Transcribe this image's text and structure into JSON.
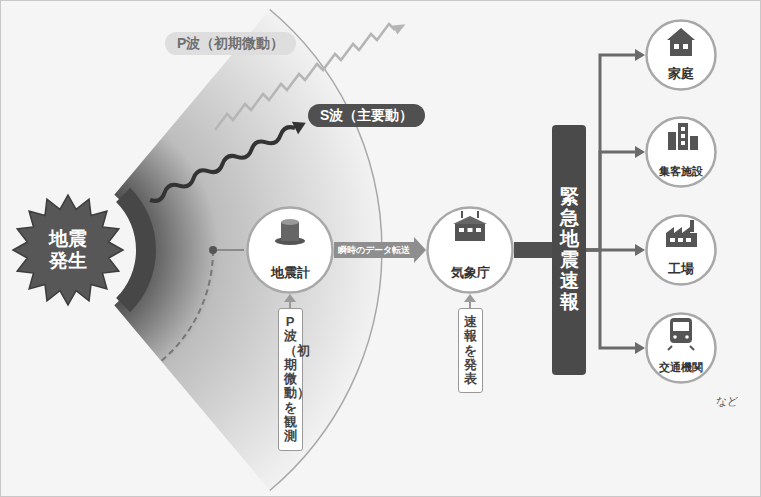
{
  "diagram": {
    "nodes": [
      {
        "text": [
          "地震 発生"
        ]
      },
      {
        "text": [
          "P波（初期微動）"
        ]
      },
      {
        "text": [
          "S波（主要動）"
        ]
      },
      {
        "text": [
          "地震計"
        ]
      },
      {
        "text": [
          "P波（初期微動）を観測"
        ]
      },
      {
        "text": [
          "気象庁"
        ]
      },
      {
        "text": [
          "速報を発表"
        ]
      },
      {
        "text": [
          "緊急地震速報"
        ]
      },
      {
        "text": [
          "家庭"
        ]
      },
      {
        "text": [
          "集客施設"
        ]
      },
      {
        "text": [
          "工場"
        ]
      },
      {
        "text": [
          "交通機関"
        ]
      }
    ],
    "edges": [
      {
        "from": 3,
        "to": 5,
        "label": "瞬時のデータ転送",
        "arrow": "to"
      },
      {
        "from": 5,
        "to": 7,
        "arrow": "none"
      },
      {
        "from": 7,
        "to": 8,
        "arrow": "to"
      },
      {
        "from": 7,
        "to": 9,
        "arrow": "to"
      },
      {
        "from": 7,
        "to": 10,
        "arrow": "to"
      },
      {
        "from": 7,
        "to": 11,
        "arrow": "to"
      },
      {
        "from": 4,
        "to": 3,
        "arrow": "to"
      },
      {
        "from": 6,
        "to": 5,
        "arrow": "to"
      }
    ],
    "labels": [
      "など"
    ]
  }
}
